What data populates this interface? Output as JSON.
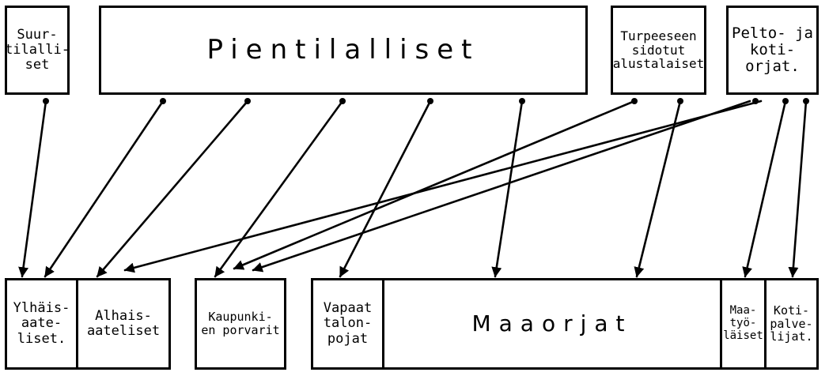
{
  "top_nodes": {
    "suurtilalliset": "Suur-\ntilalli-\nset",
    "pientilalliset": "Pientilalliset",
    "turpeeseen": "Turpeeseen\nsidotut\nalustalaiset",
    "pelto": "Pelto- ja\nkoti-\norjat."
  },
  "bottom_nodes": {
    "ylhaisaateliset": "Ylhäis-\naate-\nliset.",
    "alhaisaateliset": "Alhais-\naateliset",
    "kaupunkien": "Kaupunki-\nen porvarit",
    "vapaat": "Vapaat\ntalon-\npojat",
    "maaorjat": "Maaorjat",
    "maatyolaiset": "Maa-\ntyö-\nläiset",
    "kotipalvelijat": "Koti-\npalve-\nlijat."
  },
  "colors": {
    "ink": "#000000",
    "paper": "#ffffff"
  }
}
